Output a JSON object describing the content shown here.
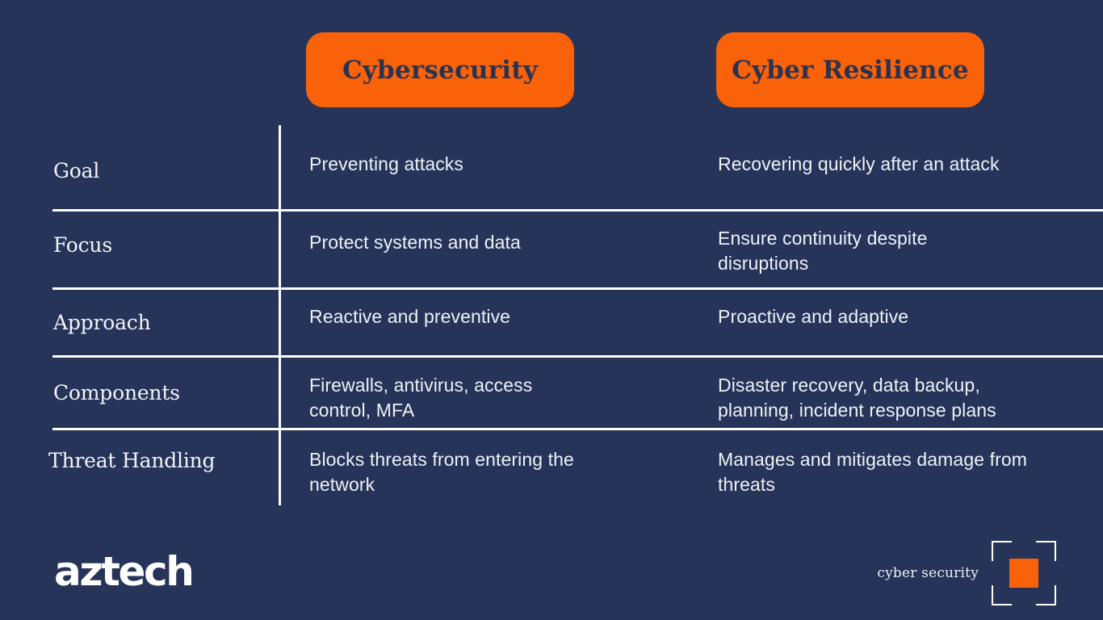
{
  "theme": {
    "background": "#253458",
    "accent": "#F96208",
    "rule": "#FFFFFF",
    "text": "#EEF1F7",
    "pill_text": "#2B3350"
  },
  "headers": {
    "row_label_column": "",
    "columns": [
      {
        "label": "Cybersecurity"
      },
      {
        "label": "Cyber Resilience"
      }
    ]
  },
  "rows": [
    {
      "label": "Goal",
      "cybersecurity": "Preventing attacks",
      "cyber_resilience": "Recovering quickly after an attack"
    },
    {
      "label": "Focus",
      "cybersecurity": "Protect systems and data",
      "cyber_resilience": "Ensure continuity despite disruptions"
    },
    {
      "label": "Approach",
      "cybersecurity": "Reactive and preventive",
      "cyber_resilience": "Proactive and adaptive"
    },
    {
      "label": "Components",
      "cybersecurity": "Firewalls, antivirus, access control, MFA",
      "cyber_resilience": "Disaster recovery, data backup, planning, incident response plans"
    },
    {
      "label": "Threat Handling",
      "cybersecurity": "Blocks threats from entering the network",
      "cyber_resilience": "Manages and mitigates damage from threats"
    }
  ],
  "footer": {
    "brand": "aztech",
    "mark_label": "cyber security",
    "mark_icon": "bracket-frame-icon",
    "mark_swatch_color": "#F96208"
  }
}
